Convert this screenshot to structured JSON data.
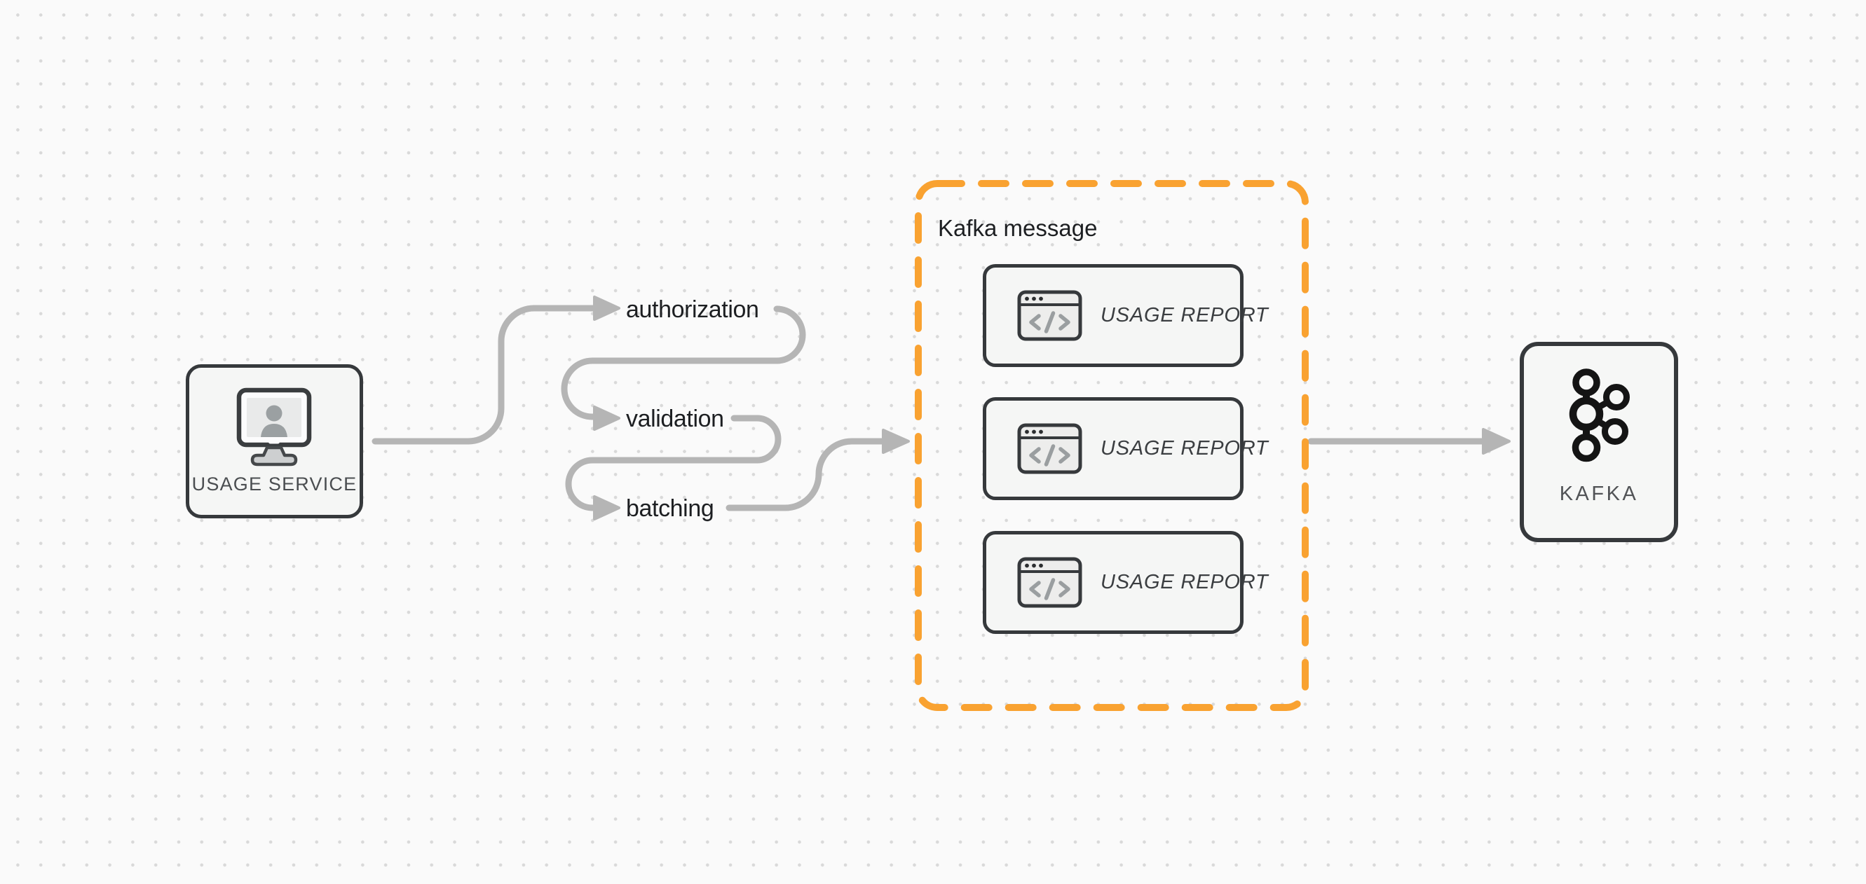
{
  "diagram": {
    "nodes": {
      "usage_service": {
        "label": "USAGE SERVICE",
        "icon": "monitor-user-icon"
      },
      "kafka": {
        "label": "KAFKA",
        "icon": "kafka-logo-icon"
      }
    },
    "pipeline_steps": [
      {
        "label": "authorization"
      },
      {
        "label": "validation"
      },
      {
        "label": "batching"
      }
    ],
    "kafka_message_group": {
      "title": "Kafka message",
      "cards": [
        {
          "label": "USAGE REPORT",
          "icon": "code-window-icon"
        },
        {
          "label": "USAGE REPORT",
          "icon": "code-window-icon"
        },
        {
          "label": "USAGE REPORT",
          "icon": "code-window-icon"
        }
      ]
    },
    "colors": {
      "accent_orange": "#f9a231",
      "arrow_gray": "#b5b5b5",
      "node_border": "#36393c",
      "node_background": "#f5f6f5",
      "primary_text": "#1d1f22",
      "secondary_text": "#4b4e51",
      "icon_gray": "#9ba0a2"
    }
  }
}
